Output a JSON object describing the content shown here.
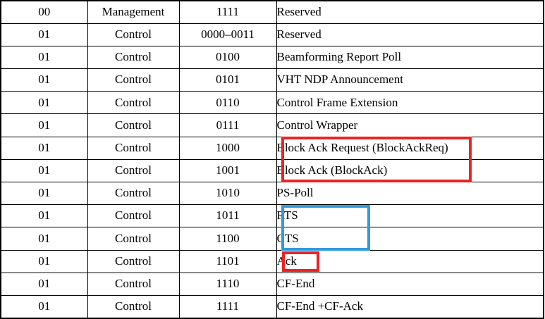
{
  "table": {
    "columns": [
      "type",
      "type_description",
      "subtype",
      "subtype_description"
    ],
    "rows": [
      {
        "type": "00",
        "type_description": "Management",
        "subtype": "1111",
        "subtype_description": "Reserved"
      },
      {
        "type": "01",
        "type_description": "Control",
        "subtype": "0000–0011",
        "subtype_description": "Reserved"
      },
      {
        "type": "01",
        "type_description": "Control",
        "subtype": "0100",
        "subtype_description": "Beamforming Report Poll"
      },
      {
        "type": "01",
        "type_description": "Control",
        "subtype": "0101",
        "subtype_description": "VHT NDP Announcement"
      },
      {
        "type": "01",
        "type_description": "Control",
        "subtype": "0110",
        "subtype_description": "Control Frame Extension"
      },
      {
        "type": "01",
        "type_description": "Control",
        "subtype": "0111",
        "subtype_description": "Control Wrapper"
      },
      {
        "type": "01",
        "type_description": "Control",
        "subtype": "1000",
        "subtype_description": "Block Ack Request (BlockAckReq)"
      },
      {
        "type": "01",
        "type_description": "Control",
        "subtype": "1001",
        "subtype_description": "Block Ack (BlockAck)"
      },
      {
        "type": "01",
        "type_description": "Control",
        "subtype": "1010",
        "subtype_description": "PS-Poll"
      },
      {
        "type": "01",
        "type_description": "Control",
        "subtype": "1011",
        "subtype_description": "RTS"
      },
      {
        "type": "01",
        "type_description": "Control",
        "subtype": "1100",
        "subtype_description": "CTS"
      },
      {
        "type": "01",
        "type_description": "Control",
        "subtype": "1101",
        "subtype_description": "Ack"
      },
      {
        "type": "01",
        "type_description": "Control",
        "subtype": "1110",
        "subtype_description": "CF-End"
      },
      {
        "type": "01",
        "type_description": "Control",
        "subtype": "1111",
        "subtype_description": "CF-End +CF-Ack"
      }
    ]
  },
  "annotations": {
    "block_ack_group": {
      "color": "#ee2222",
      "covers": "Block Ack Request (BlockAckReq) / Block Ack (BlockAck)"
    },
    "rts_cts_group": {
      "color": "#3399dd",
      "covers": "RTS / CTS"
    },
    "ack_single": {
      "color": "#ee2222",
      "covers": "Ack"
    }
  }
}
